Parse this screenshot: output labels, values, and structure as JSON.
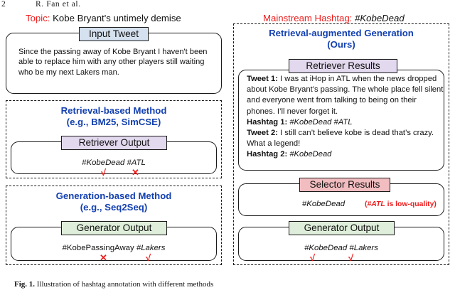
{
  "running_head": {
    "page_number": "2",
    "authors": "R. Fan et al."
  },
  "left_column": {
    "topic_label": "Topic:",
    "topic_value": "Kobe Bryant's untimely demise",
    "input_tweet": {
      "chip_label": "Input Tweet",
      "line1": "Since the passing away of Kobe Bryant I haven't been",
      "line2": "able to replace him with any other players still waiting",
      "line3": "who be my next Lakers man."
    },
    "retrieval_method": {
      "heading_line1": "Retrieval-based Method",
      "heading_line2": "(e.g., BM25, SimCSE)",
      "chip_label": "Retriever Output",
      "output_tags": "#KobeDead #ATL",
      "mark_1": "√",
      "mark_2": "✕"
    },
    "generation_method": {
      "heading_line1": "Generation-based Method",
      "heading_line2": "(e.g., Seq2Seq)",
      "chip_label": "Generator Output",
      "output_tag_1": "#KobePassingAway",
      "output_tag_2": "#Lakers",
      "mark_1": "✕",
      "mark_2": "√"
    }
  },
  "right_column": {
    "mainstream_label": "Mainstream Hashtag:",
    "mainstream_value": "#KobeDead",
    "rag": {
      "heading_line1": "Retrieval-augmented Generation",
      "heading_line2": "(Ours)",
      "retriever": {
        "chip_label": "Retriever Results",
        "tweet1_label": "Tweet 1:",
        "tweet1_line1": " I was at iHop in ATL when the news dropped",
        "tweet1_line2": "about Kobe Bryant’s passing.  The whole place fell silent",
        "tweet1_line3": "and everyone went from talking to being on their",
        "tweet1_line4": "phones.  I’ll never forget it.",
        "hashtag1_label": "Hashtag 1:",
        "hashtag1_value": "#KobeDead #ATL",
        "tweet2_label": "Tweet 2:",
        "tweet2_line1": " I still can’t believe kobe is dead that’s crazy.",
        "tweet2_line2": "What a legend!",
        "hashtag2_label": "Hashtag 2:",
        "hashtag2_value": "#KobeDead"
      },
      "selector": {
        "chip_label": "Selector Results",
        "output_tag": "#KobeDead",
        "note_tag": "#ATL",
        "note_text": " is low-quality)",
        "note_open": "("
      },
      "generator": {
        "chip_label": "Generator Output",
        "output_tags": "#KobeDead #Lakers",
        "mark_1": "√",
        "mark_2": "√"
      }
    }
  },
  "caption": {
    "figure_label": "Fig. 1.",
    "text": " Illustration of hashtag annotation with different methods"
  },
  "colors": {
    "blue_heading": "#1340b0",
    "red_accent": "#ef1c1c",
    "chip_blue": "#d5e1ef",
    "chip_purple": "#e2d9ee",
    "chip_green": "#dfeeda",
    "chip_pink": "#f2bdc0",
    "outline": "#1a1a1a"
  }
}
